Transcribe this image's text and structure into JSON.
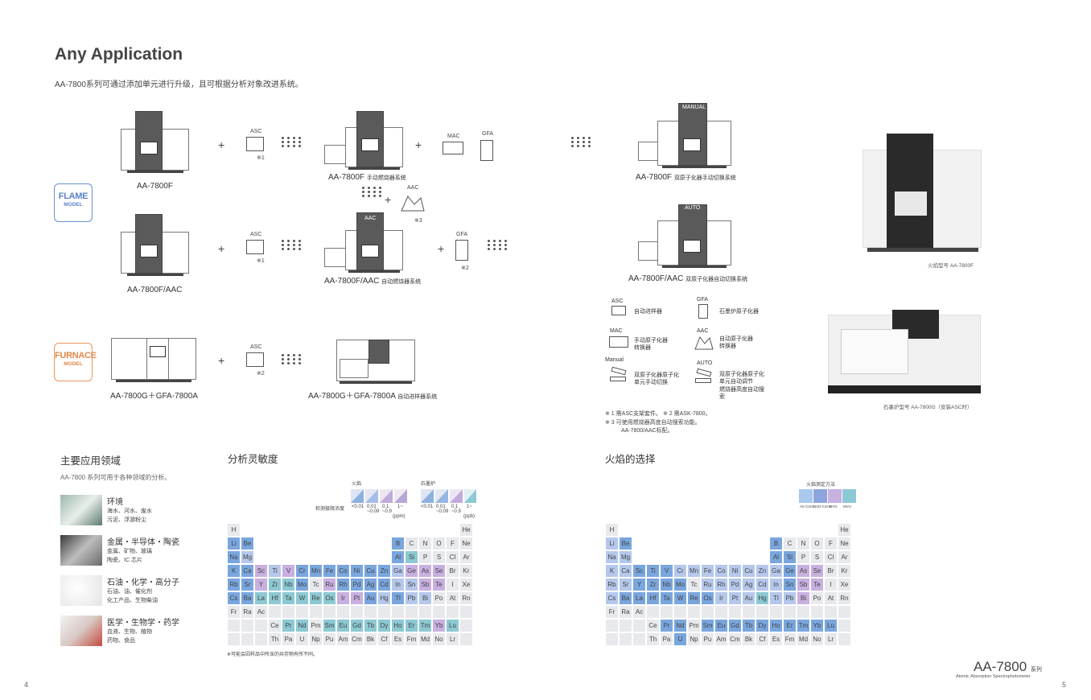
{
  "header": {
    "title": "Any Application",
    "subtitle": "AA-7800系列可通过添加单元进行升级，且可根据分析对象改进系统。"
  },
  "models": {
    "flame_big": "FLAME",
    "flame_small": "MODEL",
    "furnace_big": "FURNACE",
    "furnace_small": "MODEL"
  },
  "configs": {
    "aa7800f": "AA-7800F",
    "aa7800f_manual": "AA-7800F",
    "aa7800f_manual_sub": "手动燃烧器系统",
    "aa7800f_dual_manual": "AA-7800F",
    "aa7800f_dual_manual_sub": "双原子化器手动切换系统",
    "aa7800f_aac": "AA-7800F/AAC",
    "aa7800f_aac_auto": "AA-7800F/AAC",
    "aa7800f_aac_auto_sub": "自动燃烧器系统",
    "aa7800f_aac_dual_auto": "AA-7800F/AAC",
    "aa7800f_aac_dual_auto_sub": "双原子化器自动切换系统",
    "aa7800g": "AA-7800G＋GFA-7800A",
    "aa7800g_auto": "AA-7800G＋GFA-7800A",
    "aa7800g_auto_sub": "自动进样器系统"
  },
  "units": {
    "asc": "ASC",
    "mac": "MAC",
    "gfa": "GFA",
    "aac": "AAC",
    "manual": "MANUAL",
    "auto": "AUTO",
    "note1": "※1",
    "note2": "※2",
    "note3": "※3",
    "plus": "+"
  },
  "legend": {
    "asc_label": "ASC",
    "asc_desc": "自动进样器",
    "gfa_label": "GFA",
    "gfa_desc": "石墨炉原子化器",
    "mac_label": "MAC",
    "mac_desc": "手动原子化器\n转换器",
    "aac_label": "AAC",
    "aac_desc": "自动原子化器\n转换器",
    "manual_label": "Manual",
    "manual_desc": "双原子化器原子化\n单元手动切换",
    "auto_label": "AUTO",
    "auto_desc": "双原子化器原子化\n单元自动调节\n燃烧器高度自动搜\n索"
  },
  "notes": {
    "line1": "※ 1  需ASC支架套件。   ※ 2  需ASK-7800。",
    "line2": "※ 3  可使用燃烧器高度自动搜索功能。",
    "line3": "AA-7800/AAC标配。"
  },
  "photos": {
    "flame_caption": "火焰型号   AA-7800F",
    "furnace_caption": "石墨炉型号   AA-7800G（安装ASC时）"
  },
  "applications": {
    "title": "主要应用领域",
    "desc": "AA-7800 系列可用于各种领域的分析。",
    "items": [
      {
        "title": "环境",
        "sub1": "海水、河水、废水",
        "sub2": "污泥、浮游粉尘"
      },
      {
        "title": "金属・半导体・陶瓷",
        "sub1": "金属、矿物、玻璃",
        "sub2": "陶瓷、IC 芯片"
      },
      {
        "title": "石油・化学・高分子",
        "sub1": "石油、油、催化剂",
        "sub2": "化工产品、生物柴油"
      },
      {
        "title": "医学・生物学・药学",
        "sub1": "血液、生物、植物",
        "sub2": "药物、食品"
      }
    ]
  },
  "sensitivity": {
    "title": "分析灵敏度",
    "flame_label": "火焰",
    "furnace_label": "石墨炉",
    "limit_label": "检测极限浓度",
    "ranges_flame": [
      "<0.01",
      "0.01\n~0.09",
      "0.1\n~0.9",
      "1~"
    ],
    "ranges_furnace": [
      "<0.01",
      "0.01\n~0.09",
      "0.1\n~0.9",
      "1~"
    ],
    "unit_ppm": "(ppm)",
    "unit_ppb": "(ppb)",
    "footnote": "※可能会因样品中所含的共存物有所不同。"
  },
  "flame_choice": {
    "title": "火焰的选择",
    "method_label": "火焰测定方法",
    "methods": [
      "Air-C2H2",
      "N2O-C2H2",
      "HVG",
      "MVU"
    ]
  },
  "elements": {
    "row1": [
      "H",
      "",
      "",
      "",
      "",
      "",
      "",
      "",
      "",
      "",
      "",
      "",
      "",
      "",
      "",
      "",
      "",
      "He"
    ],
    "row2": [
      "Li",
      "Be",
      "",
      "",
      "",
      "",
      "",
      "",
      "",
      "",
      "",
      "",
      "B",
      "C",
      "N",
      "O",
      "F",
      "Ne"
    ],
    "row3": [
      "Na",
      "Mg",
      "",
      "",
      "",
      "",
      "",
      "",
      "",
      "",
      "",
      "",
      "Al",
      "Si",
      "P",
      "S",
      "Cl",
      "Ar"
    ],
    "row4": [
      "K",
      "Ca",
      "Sc",
      "Ti",
      "V",
      "Cr",
      "Mn",
      "Fe",
      "Co",
      "Ni",
      "Cu",
      "Zn",
      "Ga",
      "Ge",
      "As",
      "Se",
      "Br",
      "Kr"
    ],
    "row5": [
      "Rb",
      "Sr",
      "Y",
      "Zr",
      "Nb",
      "Mo",
      "Tc",
      "Ru",
      "Rh",
      "Pd",
      "Ag",
      "Cd",
      "In",
      "Sn",
      "Sb",
      "Te",
      "I",
      "Xe"
    ],
    "row6": [
      "Cs",
      "Ba",
      "La",
      "Hf",
      "Ta",
      "W",
      "Re",
      "Os",
      "Ir",
      "Pt",
      "Au",
      "Hg",
      "Tl",
      "Pb",
      "Bi",
      "Po",
      "At",
      "Rn"
    ],
    "row7": [
      "Fr",
      "Ra",
      "Ac",
      "",
      "",
      "",
      "",
      "",
      "",
      "",
      "",
      "",
      "",
      "",
      "",
      "",
      "",
      ""
    ],
    "row8": [
      "",
      "",
      "",
      "Ce",
      "Pr",
      "Nd",
      "Pm",
      "Sm",
      "Eu",
      "Gd",
      "Tb",
      "Dy",
      "Ho",
      "Er",
      "Tm",
      "Yb",
      "Lu",
      ""
    ],
    "row9": [
      "",
      "",
      "",
      "Th",
      "Pa",
      "U",
      "Np",
      "Pu",
      "Am",
      "Cm",
      "Bk",
      "Cf",
      "Es",
      "Fm",
      "Md",
      "No",
      "Lr",
      ""
    ]
  },
  "footer": {
    "page_left": "4",
    "page_right": "5",
    "brand": "AA-7800",
    "brand_suffix": "系列",
    "brand_sub": "Atomic Absorption Spectrophotometer"
  },
  "colors": {
    "flame_blue": "#5b80c8",
    "furnace_orange": "#e2874a",
    "cell_gray": "#e8e9ec",
    "cell_blue": "#7aa6de",
    "cell_lightblue": "#b5c8ec",
    "cell_purple": "#c8b0e0",
    "cell_teal": "#8cc9d3"
  }
}
